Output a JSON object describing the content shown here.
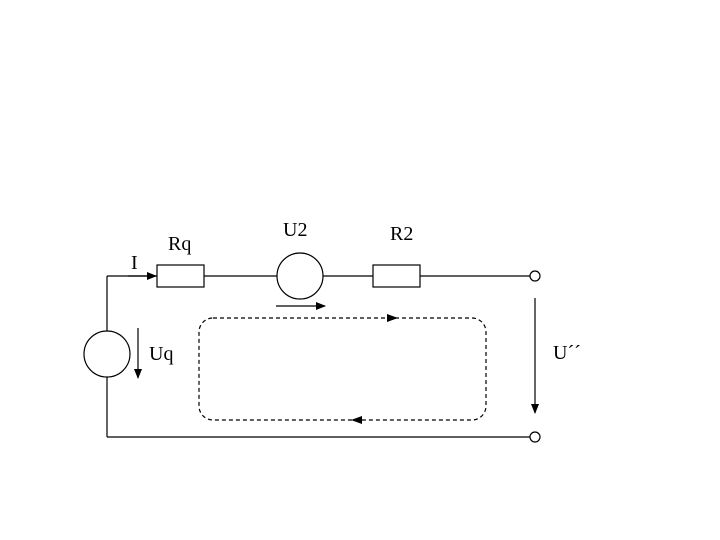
{
  "labels": {
    "current": "I",
    "rq": "Rq",
    "u2": "U2",
    "r2": "R2",
    "uq": "Uq",
    "u_out": "U´´"
  },
  "colors": {
    "stroke": "#000000",
    "background": "#ffffff"
  }
}
